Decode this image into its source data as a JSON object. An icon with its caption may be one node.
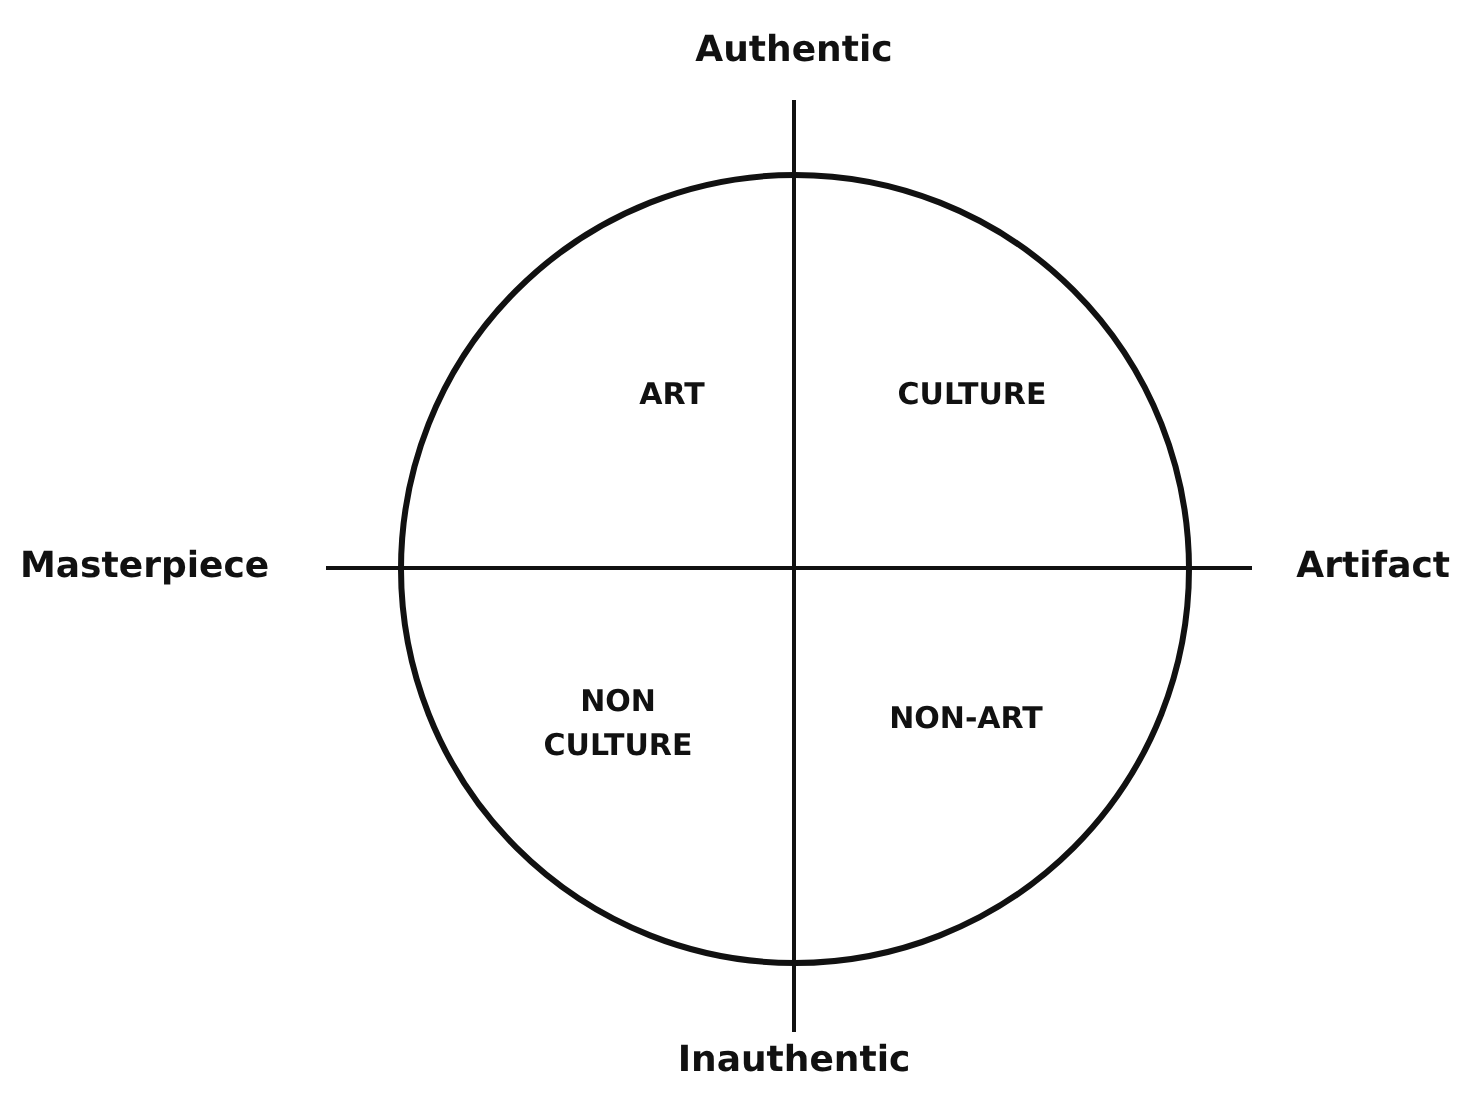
{
  "diagram": {
    "nodes": [
      {
        "text": [
          "ART",
          "CULTURE",
          "NON CULTURE",
          "NON-ART"
        ]
      }
    ],
    "labels": [
      "Authentic",
      "Masterpiece",
      "Artifact",
      "Inauthentic"
    ]
  }
}
